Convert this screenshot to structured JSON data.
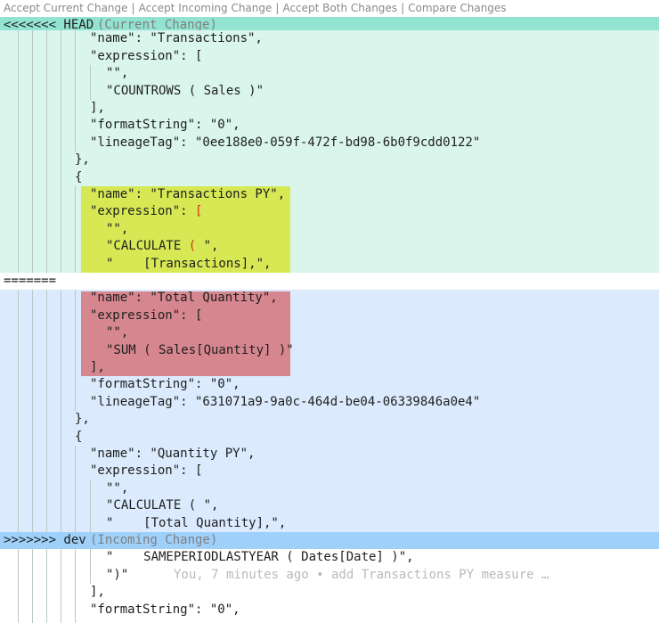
{
  "codelens": {
    "accept_current": "Accept Current Change",
    "accept_incoming": "Accept Incoming Change",
    "accept_both": "Accept Both Changes",
    "compare": "Compare Changes",
    "separator": "|"
  },
  "markers": {
    "head_marker": "<<<<<<< HEAD",
    "head_label": "(Current Change)",
    "divider": "=======",
    "dev_marker": ">>>>>>> dev",
    "dev_label": "(Incoming Change)"
  },
  "lines": [
    "\"name\": \"Transactions\",",
    "\"expression\": [",
    "\"\",",
    "\"COUNTROWS ( Sales )\"",
    "],",
    "\"formatString\": \"0\",",
    "\"lineageTag\": \"0ee188e0-059f-472f-bd98-6b0f9cdd0122\"",
    "},",
    "{",
    "\"name\": \"Transactions PY\",",
    "\"expression\": ",
    "[",
    "\"\",",
    "\"CALCULATE ",
    "( ",
    "\",",
    "\"    [Transactions],\",",
    "\"name\": \"Total Quantity\",",
    "\"expression\": [",
    "\"\",",
    "\"SUM ( Sales[Quantity] )\"",
    "],",
    "\"formatString\": \"0\",",
    "\"lineageTag\": \"631071a9-9a0c-464d-be04-06339846a0e4\"",
    "},",
    "{",
    "\"name\": \"Quantity PY\",",
    "\"expression\": [",
    "\"\",",
    "\"CALCULATE ( \",",
    "\"    [Total Quantity],\",",
    "\"    SAMEPERIODLASTYEAR ( Dates[Date] )\",",
    "\")\"",
    "],",
    "\"formatString\": \"0\","
  ],
  "blame": "You, 7 minutes ago • add Transactions PY measure …",
  "colors": {
    "current_header": "#93e3d1",
    "current_body": "#d9f5ec",
    "incoming_header": "#9ed0fa",
    "incoming_body": "#dbeafd",
    "highlight_current": "#d6e854",
    "highlight_incoming": "#d6868f",
    "bracket_red": "#d23a0f"
  }
}
